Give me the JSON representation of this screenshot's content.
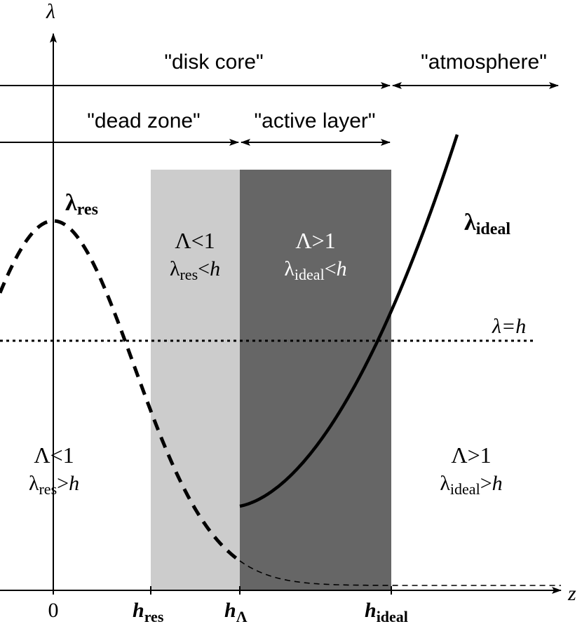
{
  "axes": {
    "y_label": "λ",
    "x_label": "z",
    "x_ticks": {
      "zero": "0",
      "h_res_main": "h",
      "h_res_sub": "res",
      "h_lambda_main": "h",
      "h_lambda_sub": "Λ",
      "h_ideal_main": "h",
      "h_ideal_sub": "ideal"
    }
  },
  "regions": {
    "disk_core": "\"disk core\"",
    "atmosphere": "\"atmosphere\"",
    "dead_zone": "\"dead zone\"",
    "active_layer": "\"active layer\""
  },
  "curves": {
    "lambda_res": {
      "main": "λ",
      "sub": "res"
    },
    "lambda_ideal": {
      "main": "λ",
      "sub": "ideal"
    },
    "threshold": "λ=h"
  },
  "boxes": {
    "light": {
      "line1": "Λ<1",
      "line2_main": "λ",
      "line2_sub": "res",
      "line2_rel": "<",
      "line2_end": "h"
    },
    "dark": {
      "line1": "Λ>1",
      "line2_main": "λ",
      "line2_sub": "ideal",
      "line2_rel": "<",
      "line2_end": "h"
    }
  },
  "outside": {
    "left": {
      "line1": "Λ<1",
      "line2_main": "λ",
      "line2_sub": "res",
      "line2_rel": ">",
      "line2_end": "h"
    },
    "right": {
      "line1": "Λ>1",
      "line2_main": "λ",
      "line2_sub": "ideal",
      "line2_rel": ">",
      "line2_end": "h"
    }
  },
  "colors": {
    "light_band": "#cccccc",
    "dark_band": "#666666",
    "ink": "#000000",
    "dark_band_text": "#ffffff"
  }
}
